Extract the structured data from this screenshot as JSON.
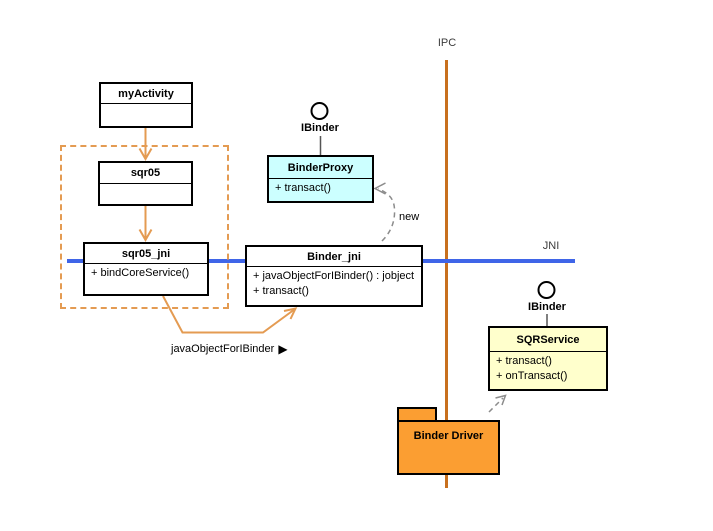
{
  "colors": {
    "ipc_line": "#C8701E",
    "jni_line": "#3F65E8",
    "connector_orange": "#E49B52",
    "dashed_gray": "#8C8C8C",
    "binderproxy_fill": "#CCFFFF",
    "sqrservice_fill": "#FFFFCC",
    "package_fill": "#FB9E32"
  },
  "labels": {
    "ipc": "IPC",
    "jni": "JNI",
    "new": "new",
    "java_object_for_ibinder": "javaObjectForIBinder"
  },
  "icons": {
    "direction_right": "▶"
  },
  "classes": {
    "my_activity": {
      "title": "myActivity"
    },
    "sqr05": {
      "title": "sqr05"
    },
    "sqr05_jni": {
      "title": "sqr05_jni",
      "methods": [
        "+ bindCoreService()"
      ]
    },
    "binder_jni": {
      "title": "Binder_jni",
      "methods": [
        "+ javaObjectForIBinder() : jobject",
        "+ transact()"
      ]
    },
    "binder_proxy": {
      "title": "BinderProxy",
      "interface": "IBinder",
      "methods": [
        "+ transact()"
      ]
    },
    "sqr_service": {
      "title": "SQRService",
      "interface": "IBinder",
      "methods": [
        "+ transact()",
        "+ onTransact()"
      ]
    }
  },
  "package": {
    "title": "Binder Driver"
  }
}
